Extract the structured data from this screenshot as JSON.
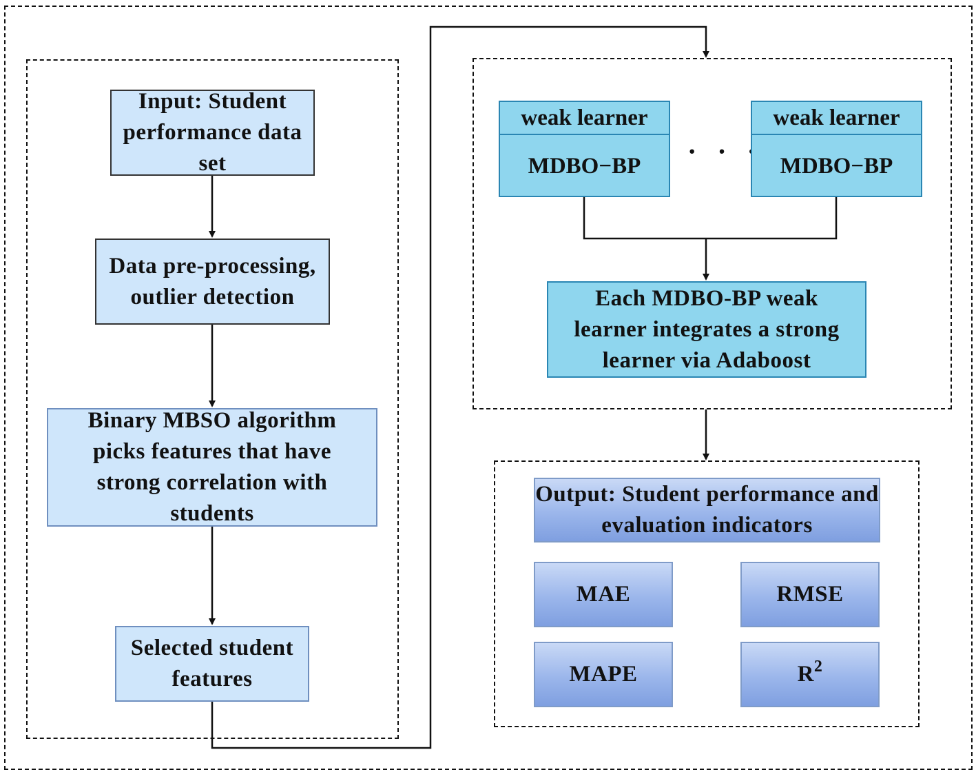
{
  "left_flow": {
    "input": "Input: Student performance data set",
    "preprocess": "Data pre-processing, outlier detection",
    "selection": "Binary MBSO algorithm picks features that have strong correlation with students",
    "selected": "Selected student features"
  },
  "ensemble": {
    "learner_1_top": "weak learner",
    "learner_1_bottom": "MDBO−BP",
    "ellipsis": "· · ·",
    "learner_2_top": "weak learner",
    "learner_2_bottom": "MDBO−BP",
    "integrate": "Each MDBO-BP weak learner integrates a strong learner via Adaboost"
  },
  "output": {
    "title": "Output: Student performance and evaluation indicators",
    "metric_1": "MAE",
    "metric_2": "RMSE",
    "metric_3": "MAPE",
    "metric_4_base": "R",
    "metric_4_sup": "2"
  }
}
